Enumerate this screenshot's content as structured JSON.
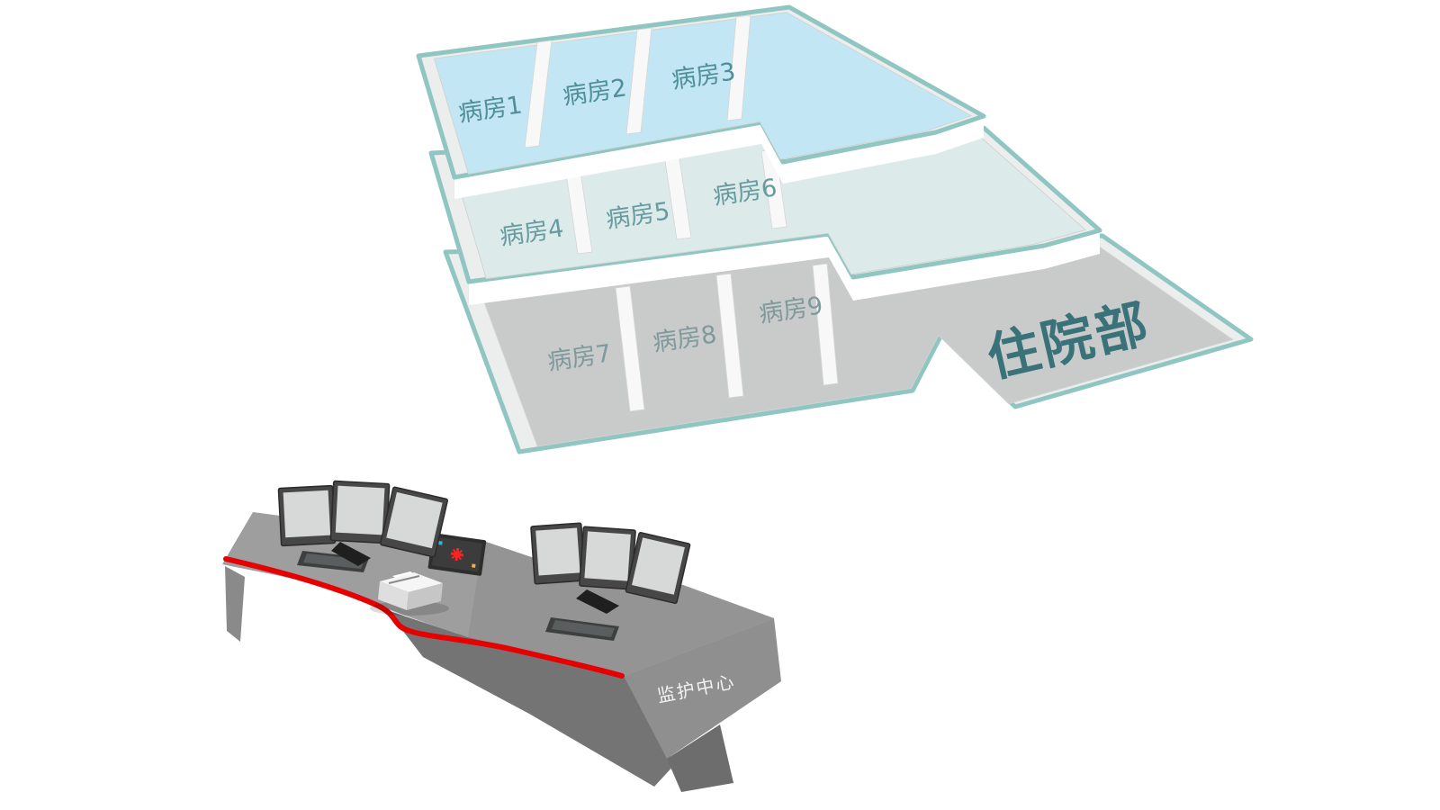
{
  "page": {
    "bg": "#ffffff"
  },
  "building": {
    "label": "住院部",
    "floors": [
      {
        "rooms": [
          "病房1",
          "病房2",
          "病房3"
        ]
      },
      {
        "rooms": [
          "病房4",
          "病房5",
          "病房6"
        ]
      },
      {
        "rooms": [
          "病房7",
          "病房8",
          "病房9"
        ]
      }
    ],
    "colors": {
      "outline": "#8fc6c2",
      "floor_top": "#c3e6f4",
      "floor_middle": "#dcebe9",
      "floor_bottom": "#c9cbca",
      "rim": "#eceded",
      "room_label_top": "#4f8f97",
      "room_label_middle": "#679aa1",
      "room_label_bottom": "#7f999c",
      "building_label_color": "#2e6b74"
    }
  },
  "console": {
    "label": "监护中心",
    "colors": {
      "desk": "#9e9e9e",
      "desk_dark": "#747474",
      "panel": "#8f8f8f",
      "cable": "#e60000",
      "label_color": "#f2f2f2"
    }
  }
}
